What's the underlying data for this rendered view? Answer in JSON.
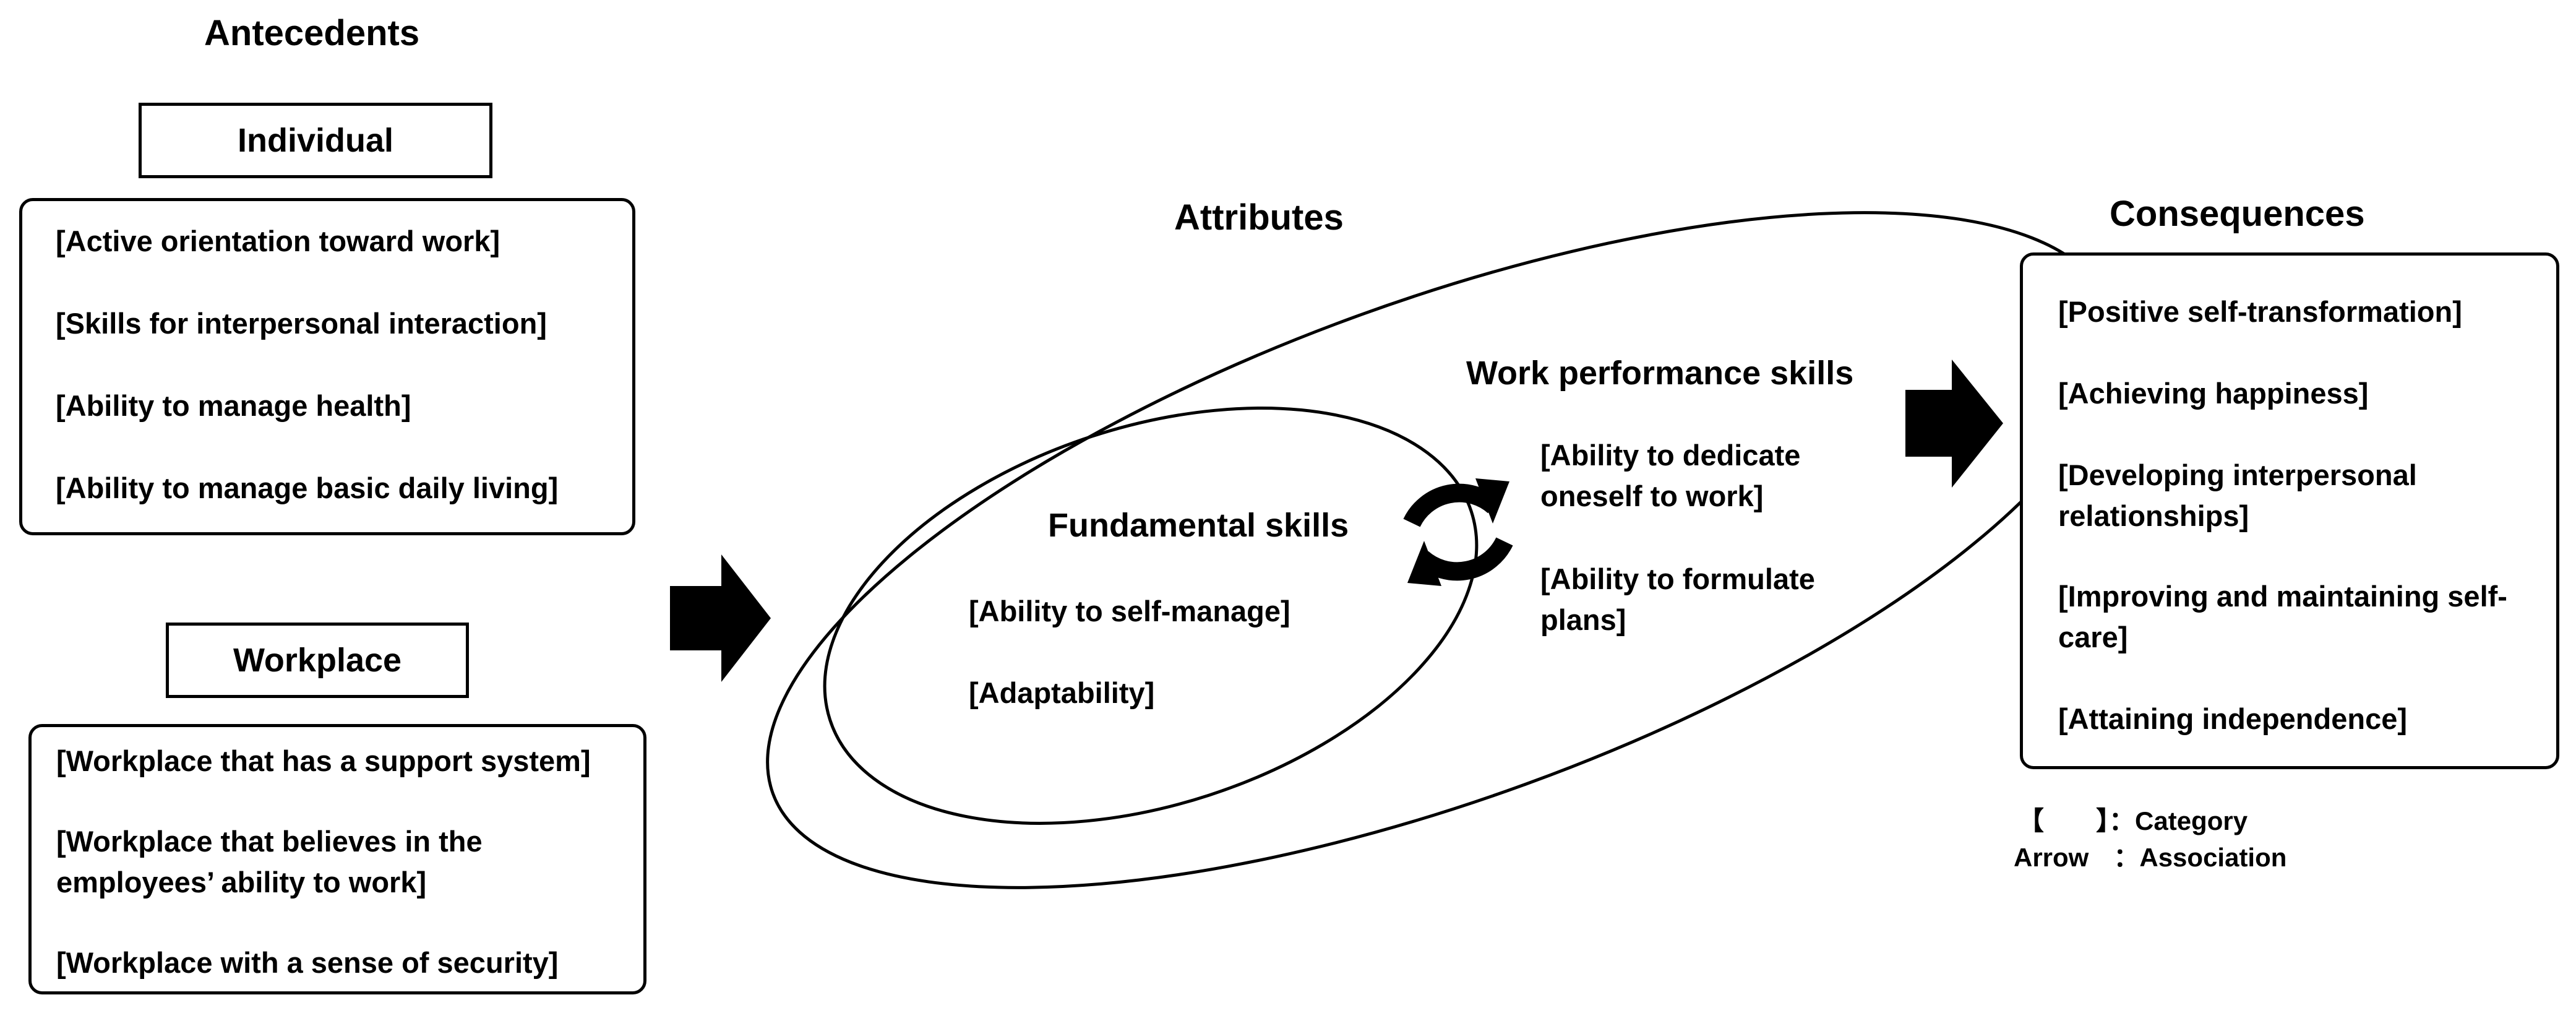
{
  "antecedents": {
    "title": "Antecedents",
    "individual": {
      "label": "Individual",
      "items": [
        "[Active orientation toward work]",
        "[Skills for interpersonal interaction]",
        "[Ability to manage health]",
        "[Ability to manage basic daily living]"
      ]
    },
    "workplace": {
      "label": "Workplace",
      "items": [
        "[Workplace that has a support system]",
        "[Workplace that believes in the employees’ ability to work]",
        "[Workplace with a sense of security]"
      ]
    }
  },
  "attributes": {
    "title": "Attributes",
    "fundamental": {
      "label": "Fundamental skills",
      "items": [
        "[Ability to self-manage]",
        "[Adaptability]"
      ]
    },
    "work_performance": {
      "label": "Work performance skills",
      "items": [
        "[Ability to dedicate oneself to work]",
        "[Ability to formulate plans]"
      ]
    }
  },
  "consequences": {
    "title": "Consequences",
    "items": [
      "[Positive self-transformation]",
      "[Achieving happiness]",
      "[Developing interpersonal relationships]",
      "[Improving and maintaining self-care]",
      "[Attaining independence]"
    ]
  },
  "legend": {
    "bracket_symbol": "【　　】",
    "bracket_text": "：Category",
    "arrow_symbol": "Arrow",
    "arrow_text": "：Association"
  }
}
